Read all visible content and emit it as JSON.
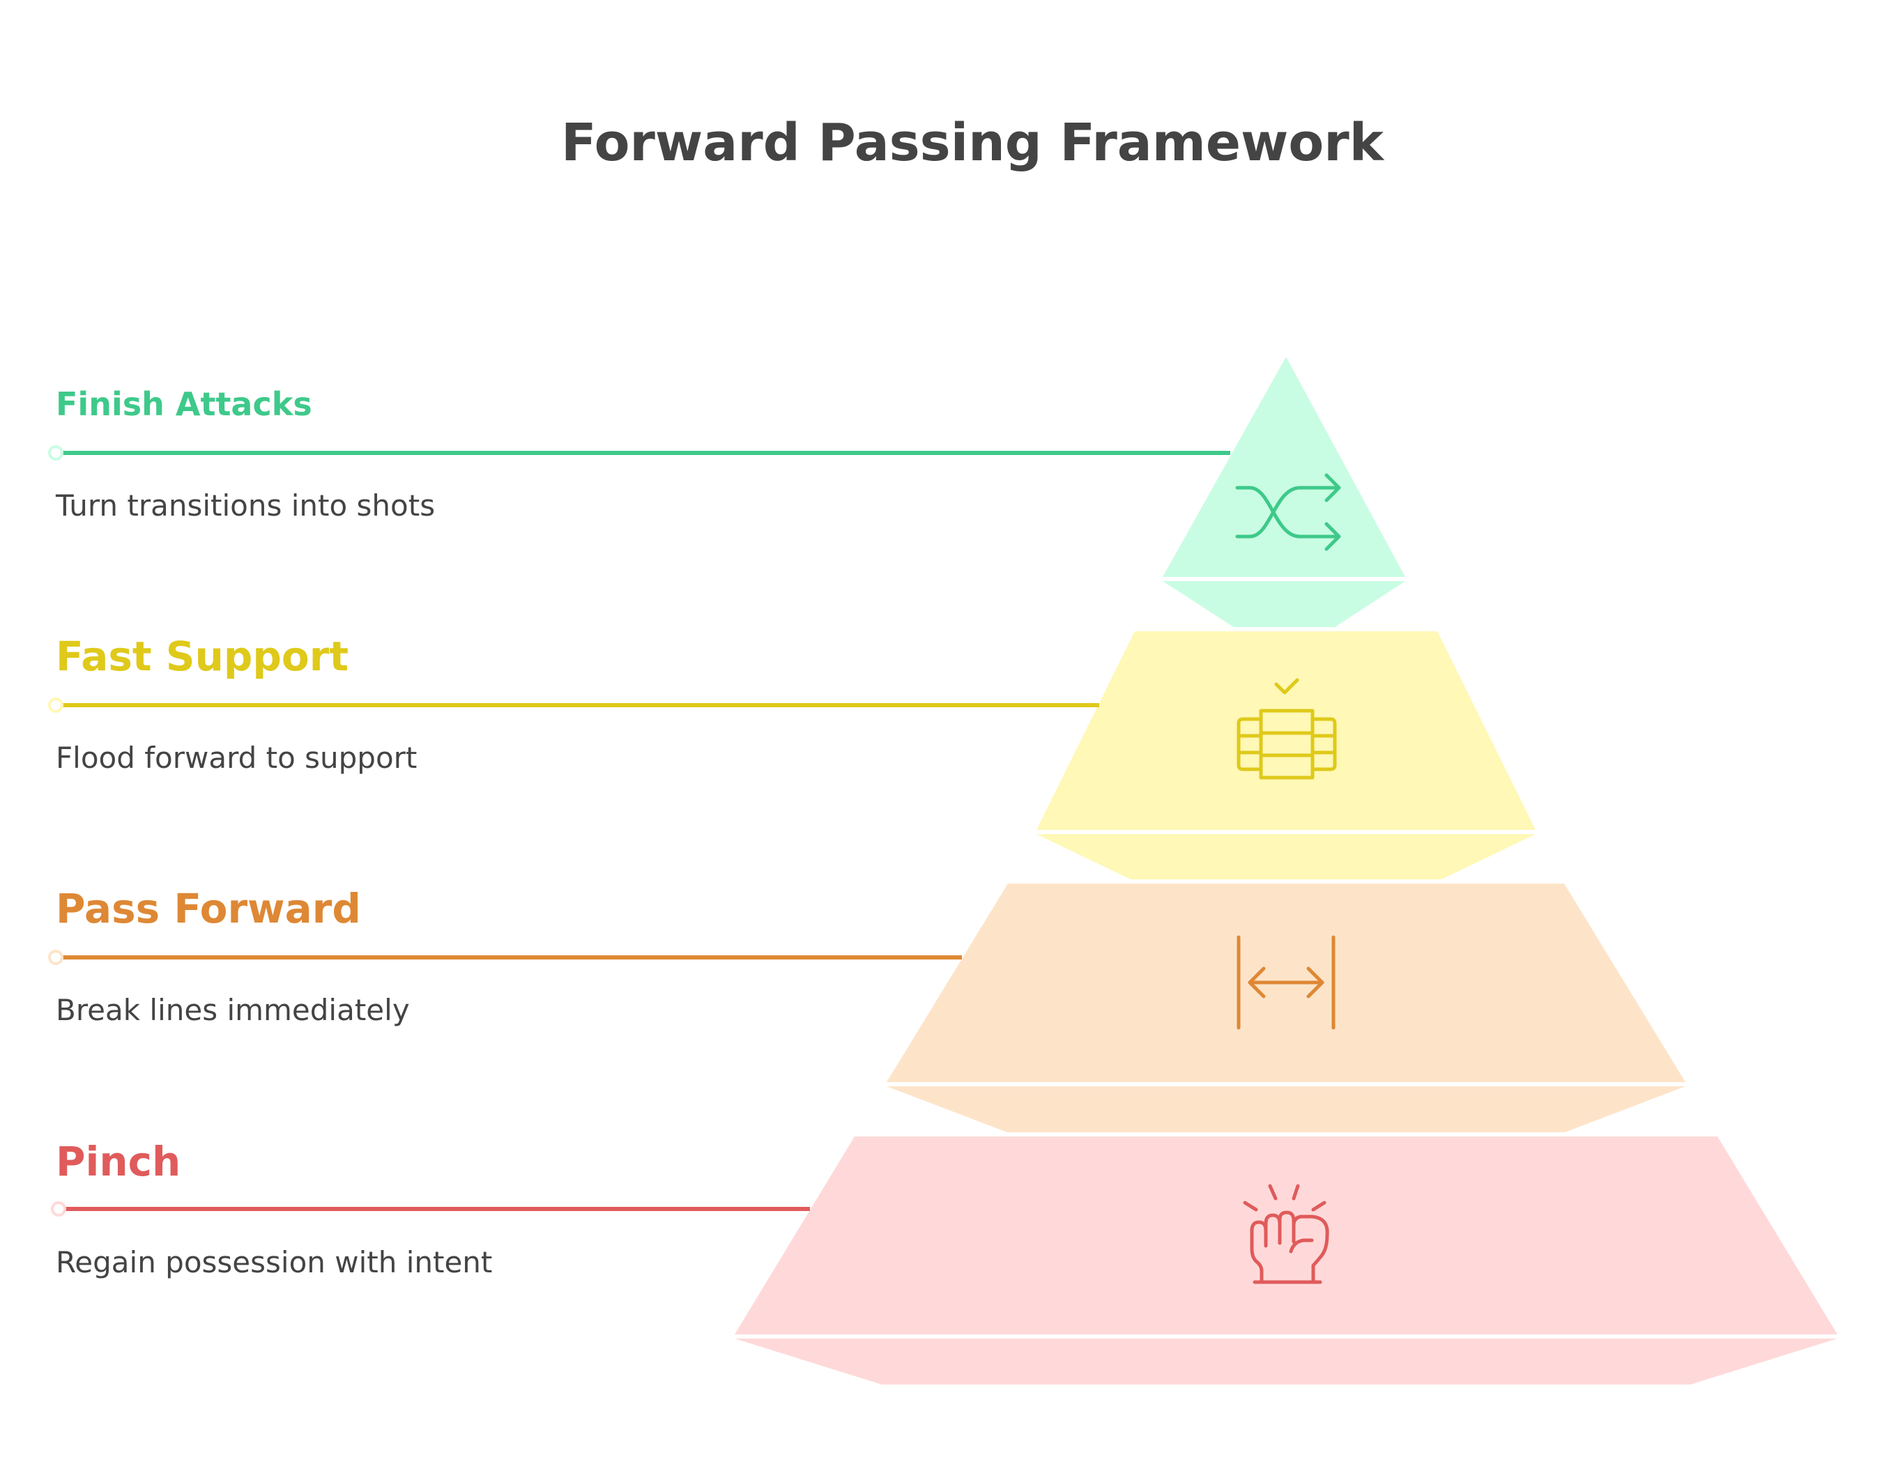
{
  "title": "Forward Passing Framework",
  "levels": [
    {
      "title": "Finish Attacks",
      "description": "Turn transitions into shots",
      "icon": "shuffle-icon",
      "color": "#3ec98a",
      "fill": "#c9fde3"
    },
    {
      "title": "Fast Support",
      "description": "Flood forward to support",
      "icon": "server-rack-icon",
      "color": "#dfc91a",
      "fill": "#fff8b6"
    },
    {
      "title": "Pass Forward",
      "description": "Break lines immediately",
      "icon": "horizontal-width-arrow-icon",
      "color": "#de8835",
      "fill": "#fde4c9"
    },
    {
      "title": "Pinch",
      "description": "Regain possession with intent",
      "icon": "raised-fist-icon",
      "color": "#e05b5b",
      "fill": "#ffd9d9"
    }
  ]
}
